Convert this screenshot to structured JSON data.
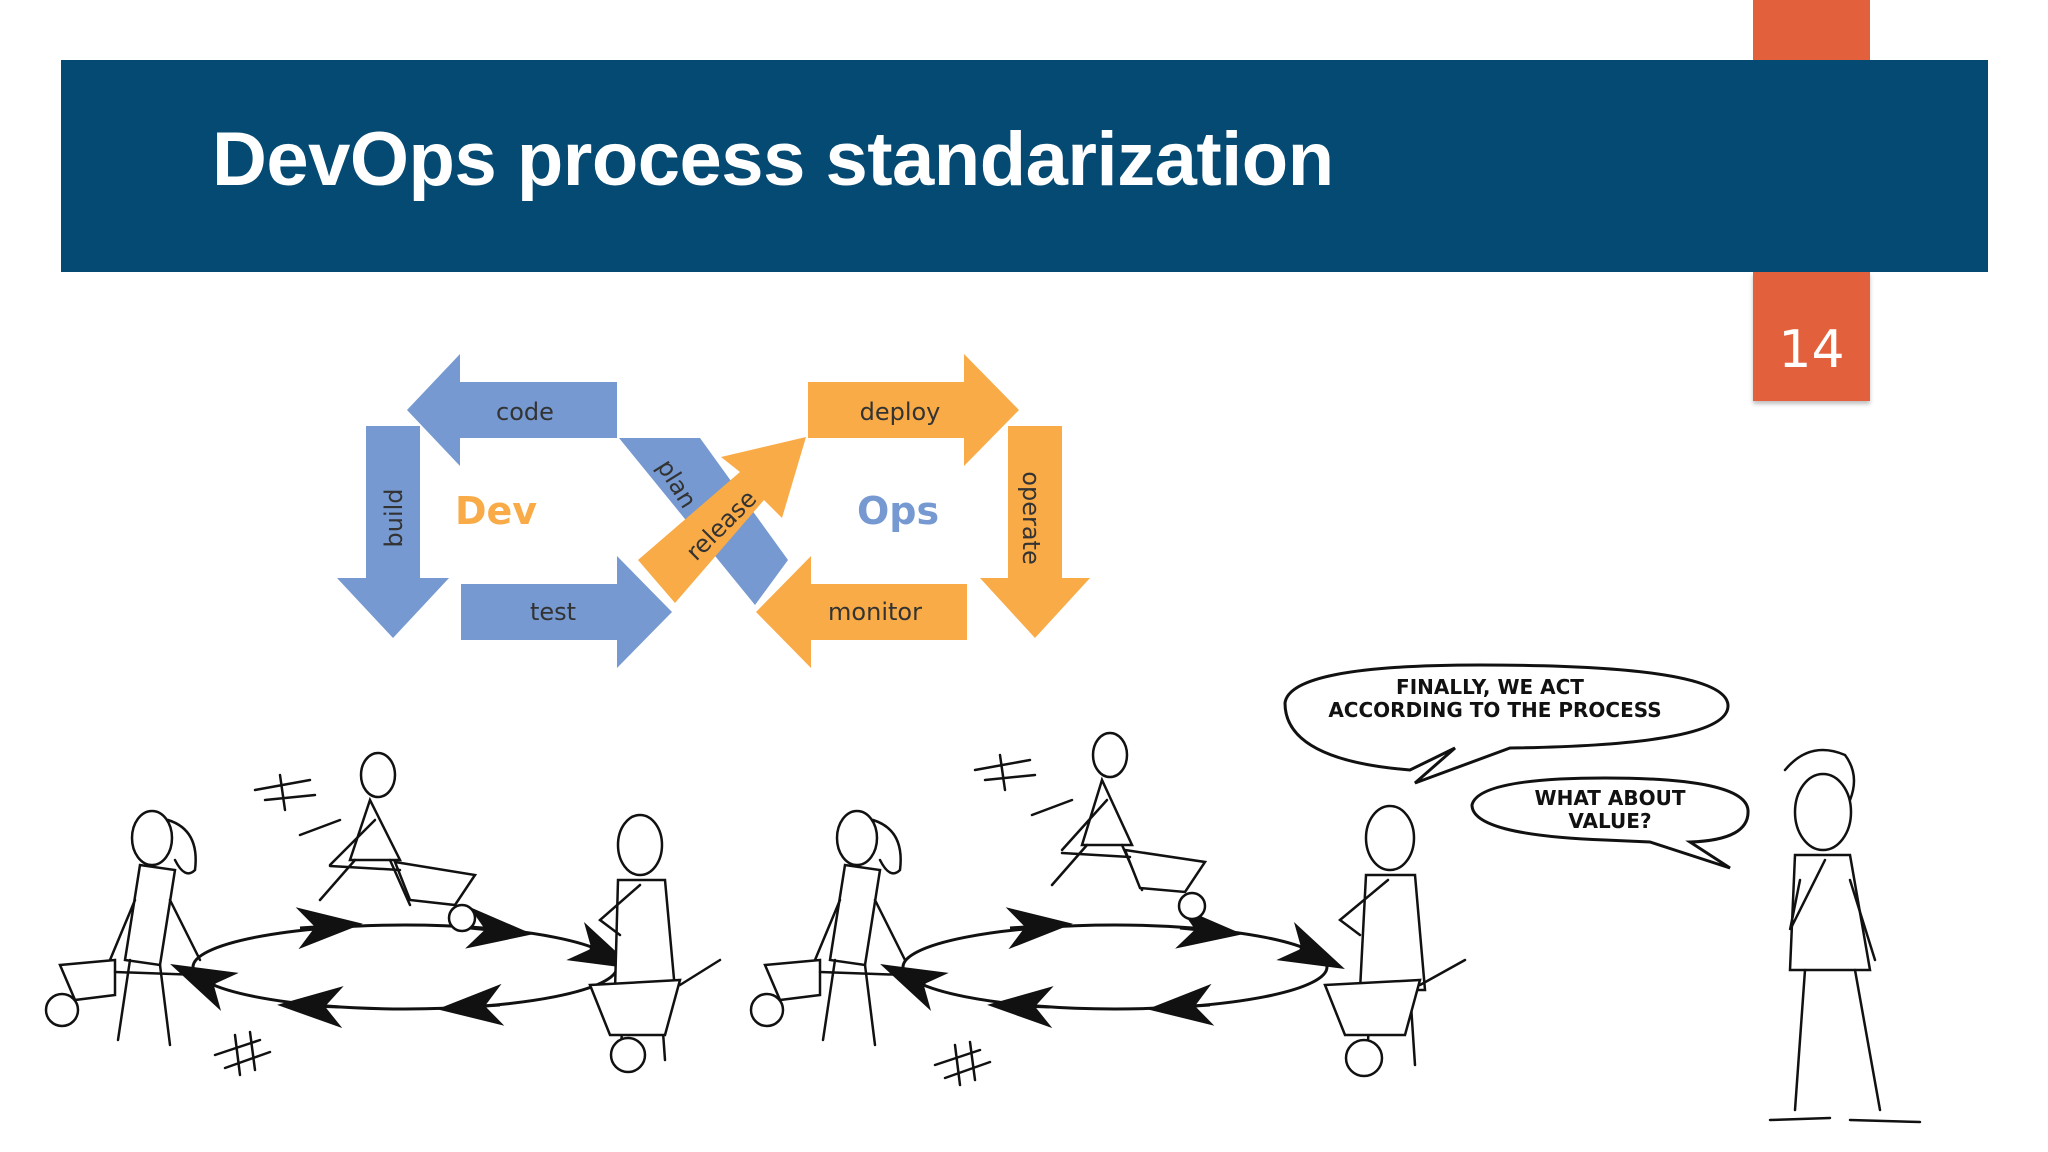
{
  "slide": {
    "title": "DevOps process standarization",
    "page_number": "14"
  },
  "diagram": {
    "dev_label": "Dev",
    "ops_label": "Ops",
    "steps": {
      "code": "code",
      "build": "build",
      "test": "test",
      "plan": "plan",
      "release": "release",
      "deploy": "deploy",
      "operate": "operate",
      "monitor": "monitor"
    },
    "colors": {
      "dev": "#7599d0",
      "ops": "#f8ab47"
    }
  },
  "cartoon": {
    "bubble_1": [
      "FINALLY, WE ACT",
      "ACCORDING TO THE PROCESS"
    ],
    "bubble_2": [
      "WHAT ABOUT",
      "VALUE?"
    ]
  },
  "colors": {
    "title_bar": "#044a72",
    "accent": "#e3603c"
  }
}
